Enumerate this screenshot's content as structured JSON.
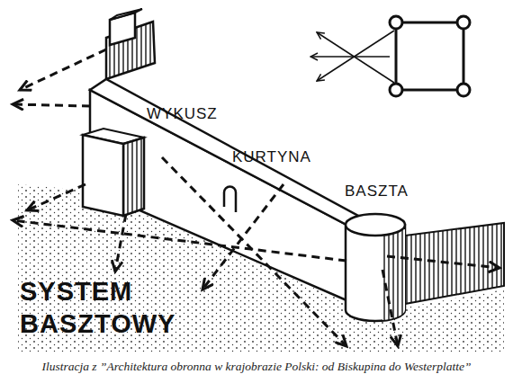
{
  "diagram": {
    "title": "SYSTEM BASZTOWY",
    "caption": "Ilustracja z ”Architektura obronna w krajobrazie Polski: od Biskupina do Westerplatte”",
    "labels": [
      "WYKUSZ",
      "KURTYNA",
      "BASZTA"
    ]
  }
}
